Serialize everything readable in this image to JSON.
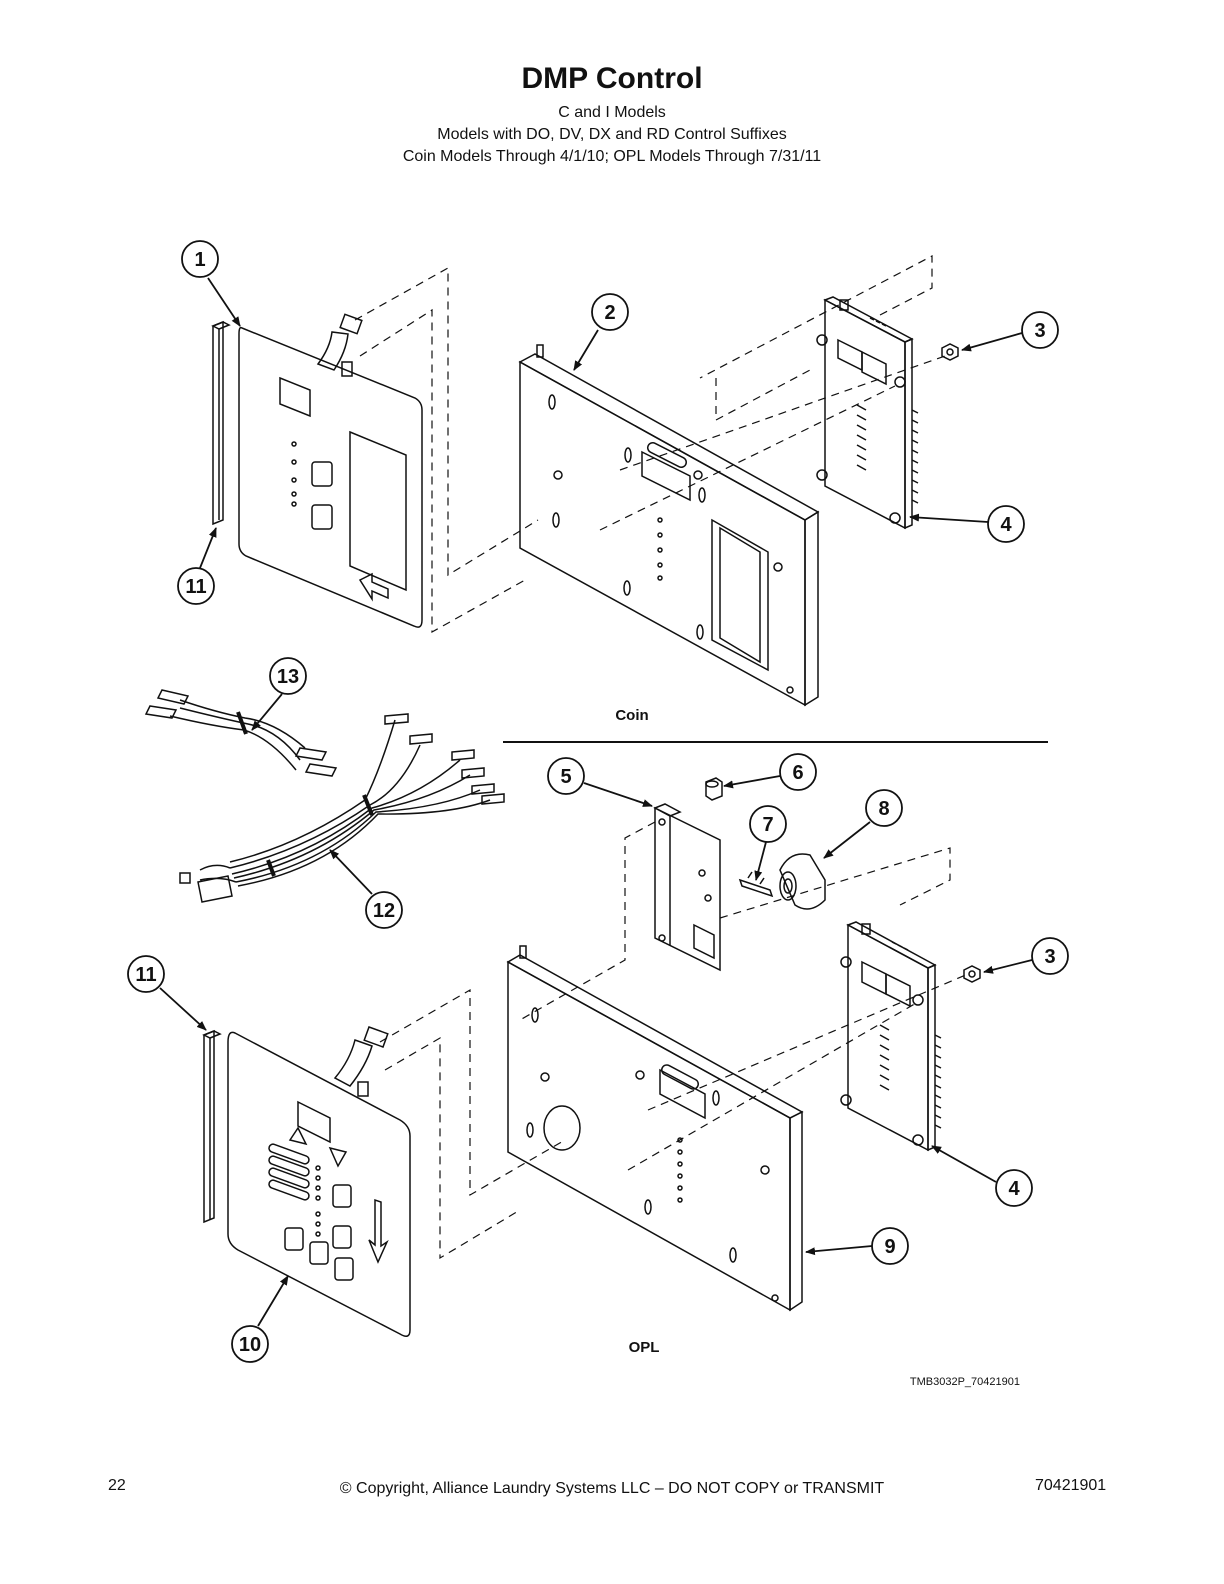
{
  "header": {
    "title": "DMP Control",
    "subtitle_1": "C and I Models",
    "subtitle_2": "Models with DO, DV, DX and RD Control Suffixes",
    "subtitle_3": "Coin Models Through 4/1/10; OPL Models Through 7/31/11"
  },
  "diagram": {
    "section_coin_label": "Coin",
    "section_opl_label": "OPL",
    "drawing_id": "TMB3032P_70421901",
    "callouts": [
      "1",
      "2",
      "3",
      "4",
      "11",
      "13",
      "12",
      "5",
      "6",
      "7",
      "8",
      "3",
      "4",
      "11",
      "10",
      "9"
    ]
  },
  "footer": {
    "page_number": "22",
    "copyright": "© Copyright, Alliance Laundry Systems LLC – DO NOT COPY or TRANSMIT",
    "document_number": "70421901"
  },
  "colors": {
    "ink": "#111111",
    "paper": "#ffffff"
  }
}
